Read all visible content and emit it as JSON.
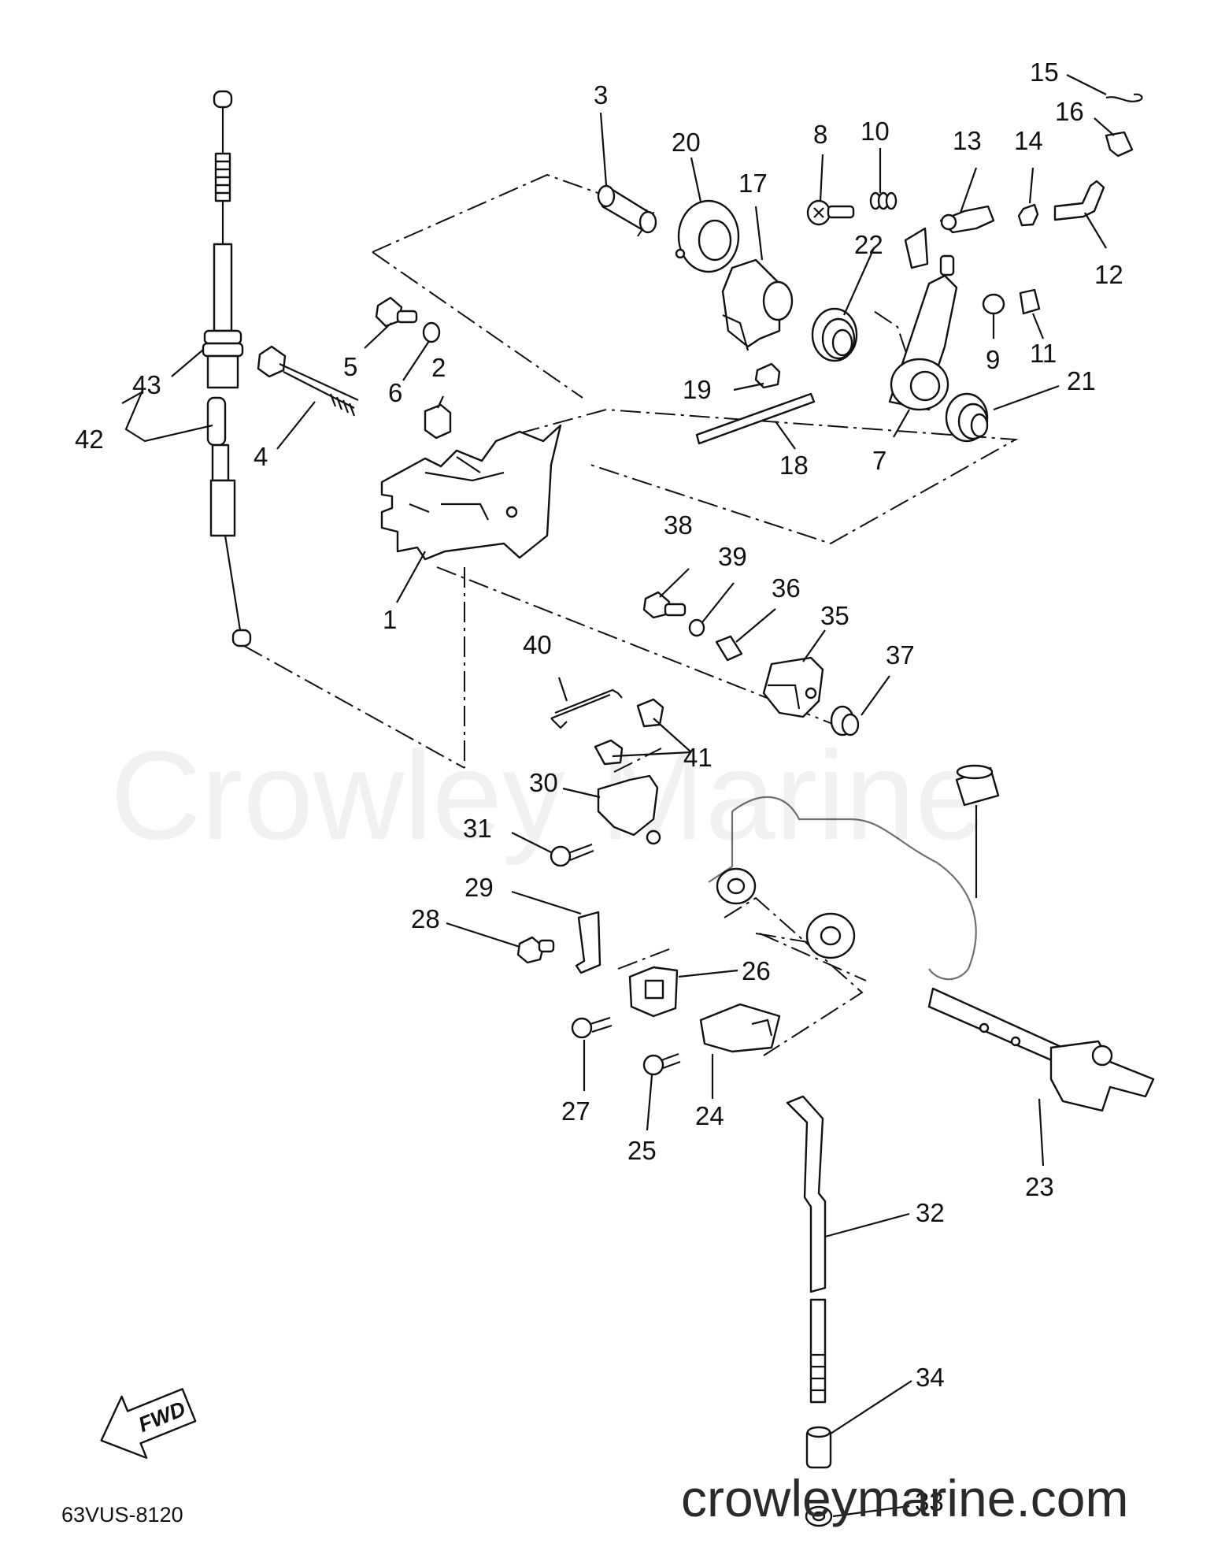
{
  "diagram": {
    "part_labels": [
      "1",
      "2",
      "3",
      "4",
      "5",
      "6",
      "7",
      "8",
      "9",
      "10",
      "11",
      "12",
      "13",
      "14",
      "15",
      "16",
      "17",
      "18",
      "19",
      "20",
      "21",
      "22",
      "23",
      "24",
      "25",
      "26",
      "27",
      "28",
      "29",
      "30",
      "31",
      "32",
      "33",
      "34",
      "35",
      "36",
      "37",
      "38",
      "39",
      "40",
      "41",
      "42",
      "43"
    ],
    "diagram_code": "63VUS-8120",
    "fwd_arrow_text": "FWD"
  },
  "watermark": {
    "center_text": "Crowley Marine",
    "site_text": "crowleymarine.com"
  }
}
